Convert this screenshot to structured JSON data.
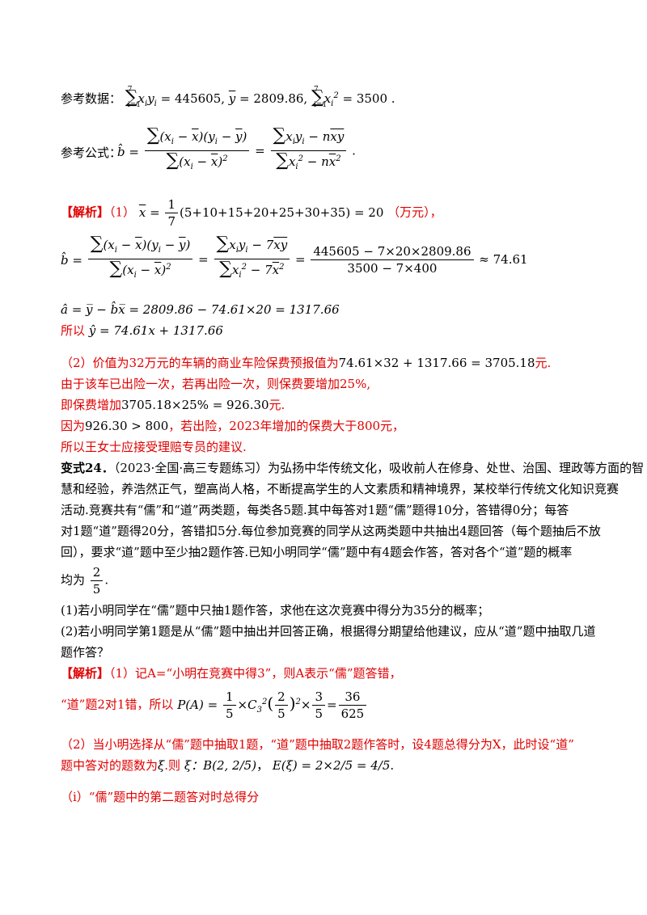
{
  "ref_data": {
    "label": "参考数据：",
    "formula_text": "∑x_i y_i = 445605, y̅ = 2809.86, ∑x_i² = 3500",
    "sum_xy": "445605",
    "ybar": "2809.86",
    "sum_x2": "3500"
  },
  "ref_formula": {
    "label": "参考公式："
  },
  "analysis1": {
    "tag": "【解析】",
    "part1_prefix": "（1）",
    "xbar_expr": "(5+10+15+20+25+30+35) = 20",
    "unit": "（万元）",
    "b_numeric": "445605 − 7×20×2809.86",
    "b_den": "3500 − 7×400",
    "b_result": "≈ 74.61",
    "a_expr": "â = y̅ − b̂x̅ = 2809.86 − 74.61×20 = 1317.66",
    "y_prefix": "所以",
    "y_expr": "ŷ = 74.61x + 1317.66",
    "p2_text": "（2）价值为32万元的车辆的商业车险保费预报值为",
    "p2_expr": "74.61×32 + 1317.66 = 3705.18",
    "p2_unit": "元.",
    "p3": "由于该车已出险一次，若再出险一次，则保费要增加25%,",
    "p4_prefix": "即保费增加",
    "p4_expr": "3705.18×25% = 926.30",
    "p4_unit": "元.",
    "p5_prefix": "因为",
    "p5_expr": "926.30 > 800",
    "p5_text": "，若出险，2023年增加的保费大于800元，",
    "p6": "所以王女士应接受理赔专员的建议."
  },
  "problem": {
    "number": "变式24．",
    "line1": "（2023·全国·高三专题练习）为弘扬中华传统文化，吸收前人在修身、处世、治国、理政等方面的智",
    "line2": "慧和经验，养浩然正气，塑高尚人格，不断提高学生的人文素质和精神境界，某校举行传统文化知识竞赛",
    "line3": "活动.竞赛共有“儒”和“道”两类题，每类各5题.其中每答对1题“儒”题得10分，答错得0分；每答",
    "line4": "对1题“道”题得20分，答错扣5分.每位参加竞赛的同学从这两类题中共抽出4题回答（每个题抽后不放",
    "line5": "回），要求“道”题中至少抽2题作答.已知小明同学“儒”题中有4题会作答，答对各个“道”题的概率",
    "line6_prefix": "均为",
    "prob_num": "2",
    "prob_den": "5",
    "q1": "(1)若小明同学在“儒”题中只抽1题作答，求他在这次竞赛中得分为35分的概率；",
    "q2_line1": "(2)若小明同学第1题是从“儒”题中抽出并回答正确，根据得分期望给他建议，应从“道”题中抽取几道",
    "q2_line2": "题作答？"
  },
  "analysis2": {
    "tag": "【解析】",
    "s1": "（1）记A=“小明在竞赛中得3”，则A表示“儒”题答错，",
    "s2_prefix": "“道”题2对1错，所以",
    "s2_expr_lhs": "P(A) =",
    "s2_result_num": "36",
    "s2_result_den": "625",
    "s3": "（2）当小明选择从“儒”题中抽取1题，“道”题中抽取2题作答时，设4题总得分为X，此时设“道”",
    "s4_prefix": "题中答对的题数为",
    "s4_xi": "ξ",
    "s4_mid": ".则",
    "s4_dist": "ξ：B(2, 2/5)",
    "s4_exp": "E(ξ) = 2×2/5 = 4/5",
    "s5": "（i）“儒”题中的第二题答对时总得分"
  }
}
